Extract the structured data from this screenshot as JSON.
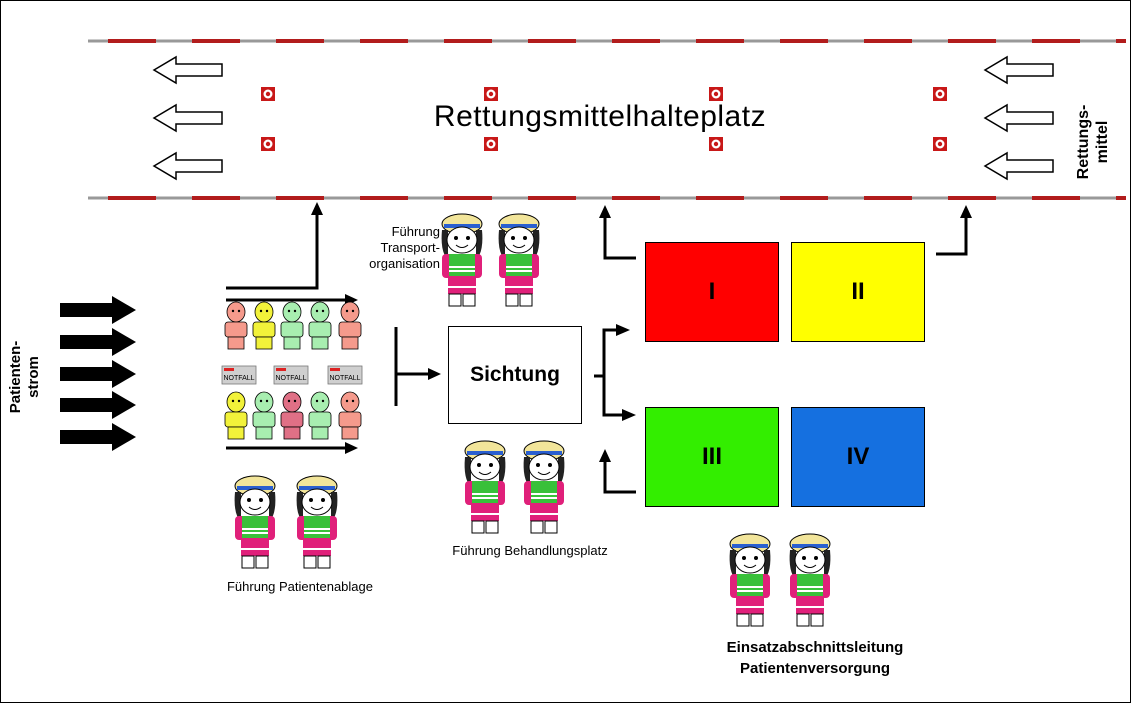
{
  "title": "Rettungsmittelhalteplatz",
  "side_labels": {
    "rettungsmittel": [
      "Rettungs-",
      "mittel"
    ],
    "patientenstrom": [
      "Patienten-",
      "strom"
    ]
  },
  "notfall_label": "NOTFALL",
  "sichtung_label": "Sichtung",
  "categories": [
    {
      "label": "I",
      "color": "#ff0000"
    },
    {
      "label": "II",
      "color": "#ffff00"
    },
    {
      "label": "III",
      "color": "#33ee00"
    },
    {
      "label": "IV",
      "color": "#1570e0"
    }
  ],
  "captions": {
    "fuehrung_transport": [
      "Führung",
      "Transport-",
      "organisation"
    ],
    "fuehrung_patientenablage": "Führung Patientenablage",
    "fuehrung_behandlungsplatz": "Führung Behandlungsplatz",
    "einsatzabschnittsleitung": [
      "Einsatzabschnittsleitung",
      "Patientenversorgung"
    ]
  },
  "colors": {
    "road_stripe": "#b21c1c",
    "patient_colors": [
      "#f59a8c",
      "#f2f23a",
      "#a8eeb0",
      "#e07086"
    ]
  }
}
